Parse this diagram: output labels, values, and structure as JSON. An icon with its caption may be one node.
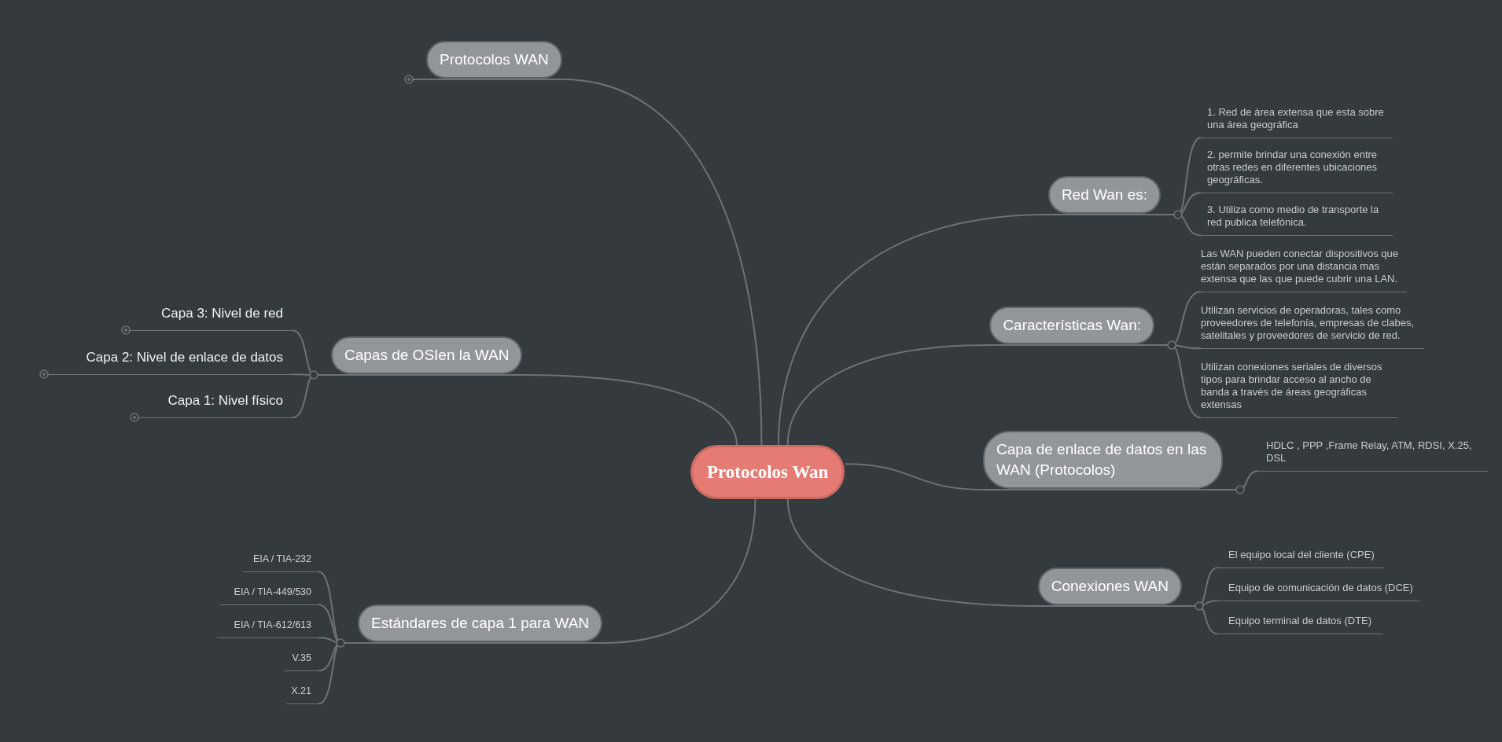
{
  "diagram": {
    "nodes": [
      {
        "text": [
          "Protocolos Wan"
        ]
      },
      {
        "text": [
          "Protocolos WAN"
        ]
      },
      {
        "text": [
          "Capas de OSIen la WAN"
        ]
      },
      {
        "text": [
          "Capa 3: Nivel de red"
        ]
      },
      {
        "text": [
          "Capa 2: Nivel de enlace de datos"
        ]
      },
      {
        "text": [
          "Capa 1: Nivel físico"
        ]
      },
      {
        "text": [
          "Estándares de capa 1 para WAN"
        ]
      },
      {
        "text": [
          "EIA / TIA-232"
        ]
      },
      {
        "text": [
          "EIA / TIA-449/530"
        ]
      },
      {
        "text": [
          "EIA / TIA-612/613"
        ]
      },
      {
        "text": [
          "V.35"
        ]
      },
      {
        "text": [
          "X.21"
        ]
      },
      {
        "text": [
          "Red Wan es:"
        ]
      },
      {
        "text": [
          "1. Red de área extensa que esta sobre una área geográfica"
        ]
      },
      {
        "text": [
          "2. permite brindar una conexión entre otras redes en diferentes ubicaciones geográficas."
        ]
      },
      {
        "text": [
          "3. Utiliza como medio de transporte la red publica telefónica."
        ]
      },
      {
        "text": [
          "Características Wan:"
        ]
      },
      {
        "text": [
          "Las WAN pueden conectar dispositivos que están separados por una distancia mas extensa que las que puede cubrir una LAN."
        ]
      },
      {
        "text": [
          "Utilizan servicios de operadoras, tales como proveedores de telefonía, empresas de clabes, satelitales y proveedores de servicio de red."
        ]
      },
      {
        "text": [
          "Utilizan conexiones seriales de diversos tipos para brindar acceso al ancho de banda a través de áreas geográficas extensas"
        ]
      },
      {
        "text": [
          "Capa de enlace de datos en las WAN (Protocolos)"
        ]
      },
      {
        "text": [
          "HDLC , PPP ,Frame Relay, ATM, RDSI, X.25, DSL"
        ]
      },
      {
        "text": [
          "Conexiones WAN"
        ]
      },
      {
        "text": [
          "El equipo local del cliente (CPE)"
        ]
      },
      {
        "text": [
          "Equipo de comunicación de datos (DCE)"
        ]
      },
      {
        "text": [
          "Equipo terminal de datos (DTE)"
        ]
      }
    ],
    "edges": [
      {
        "from": 0,
        "to": 1,
        "arrow": "none"
      },
      {
        "from": 0,
        "to": 2,
        "arrow": "none"
      },
      {
        "from": 2,
        "to": 3,
        "arrow": "none"
      },
      {
        "from": 2,
        "to": 4,
        "arrow": "none"
      },
      {
        "from": 2,
        "to": 5,
        "arrow": "none"
      },
      {
        "from": 0,
        "to": 6,
        "arrow": "none"
      },
      {
        "from": 6,
        "to": 7,
        "arrow": "none"
      },
      {
        "from": 6,
        "to": 8,
        "arrow": "none"
      },
      {
        "from": 6,
        "to": 9,
        "arrow": "none"
      },
      {
        "from": 6,
        "to": 10,
        "arrow": "none"
      },
      {
        "from": 6,
        "to": 11,
        "arrow": "none"
      },
      {
        "from": 0,
        "to": 12,
        "arrow": "none"
      },
      {
        "from": 12,
        "to": 13,
        "arrow": "none"
      },
      {
        "from": 12,
        "to": 14,
        "arrow": "none"
      },
      {
        "from": 12,
        "to": 15,
        "arrow": "none"
      },
      {
        "from": 0,
        "to": 16,
        "arrow": "none"
      },
      {
        "from": 16,
        "to": 17,
        "arrow": "none"
      },
      {
        "from": 16,
        "to": 18,
        "arrow": "none"
      },
      {
        "from": 16,
        "to": 19,
        "arrow": "none"
      },
      {
        "from": 0,
        "to": 20,
        "arrow": "none"
      },
      {
        "from": 20,
        "to": 21,
        "arrow": "none"
      },
      {
        "from": 0,
        "to": 22,
        "arrow": "none"
      },
      {
        "from": 22,
        "to": 23,
        "arrow": "none"
      },
      {
        "from": 22,
        "to": 24,
        "arrow": "none"
      },
      {
        "from": 22,
        "to": 25,
        "arrow": "none"
      }
    ]
  }
}
